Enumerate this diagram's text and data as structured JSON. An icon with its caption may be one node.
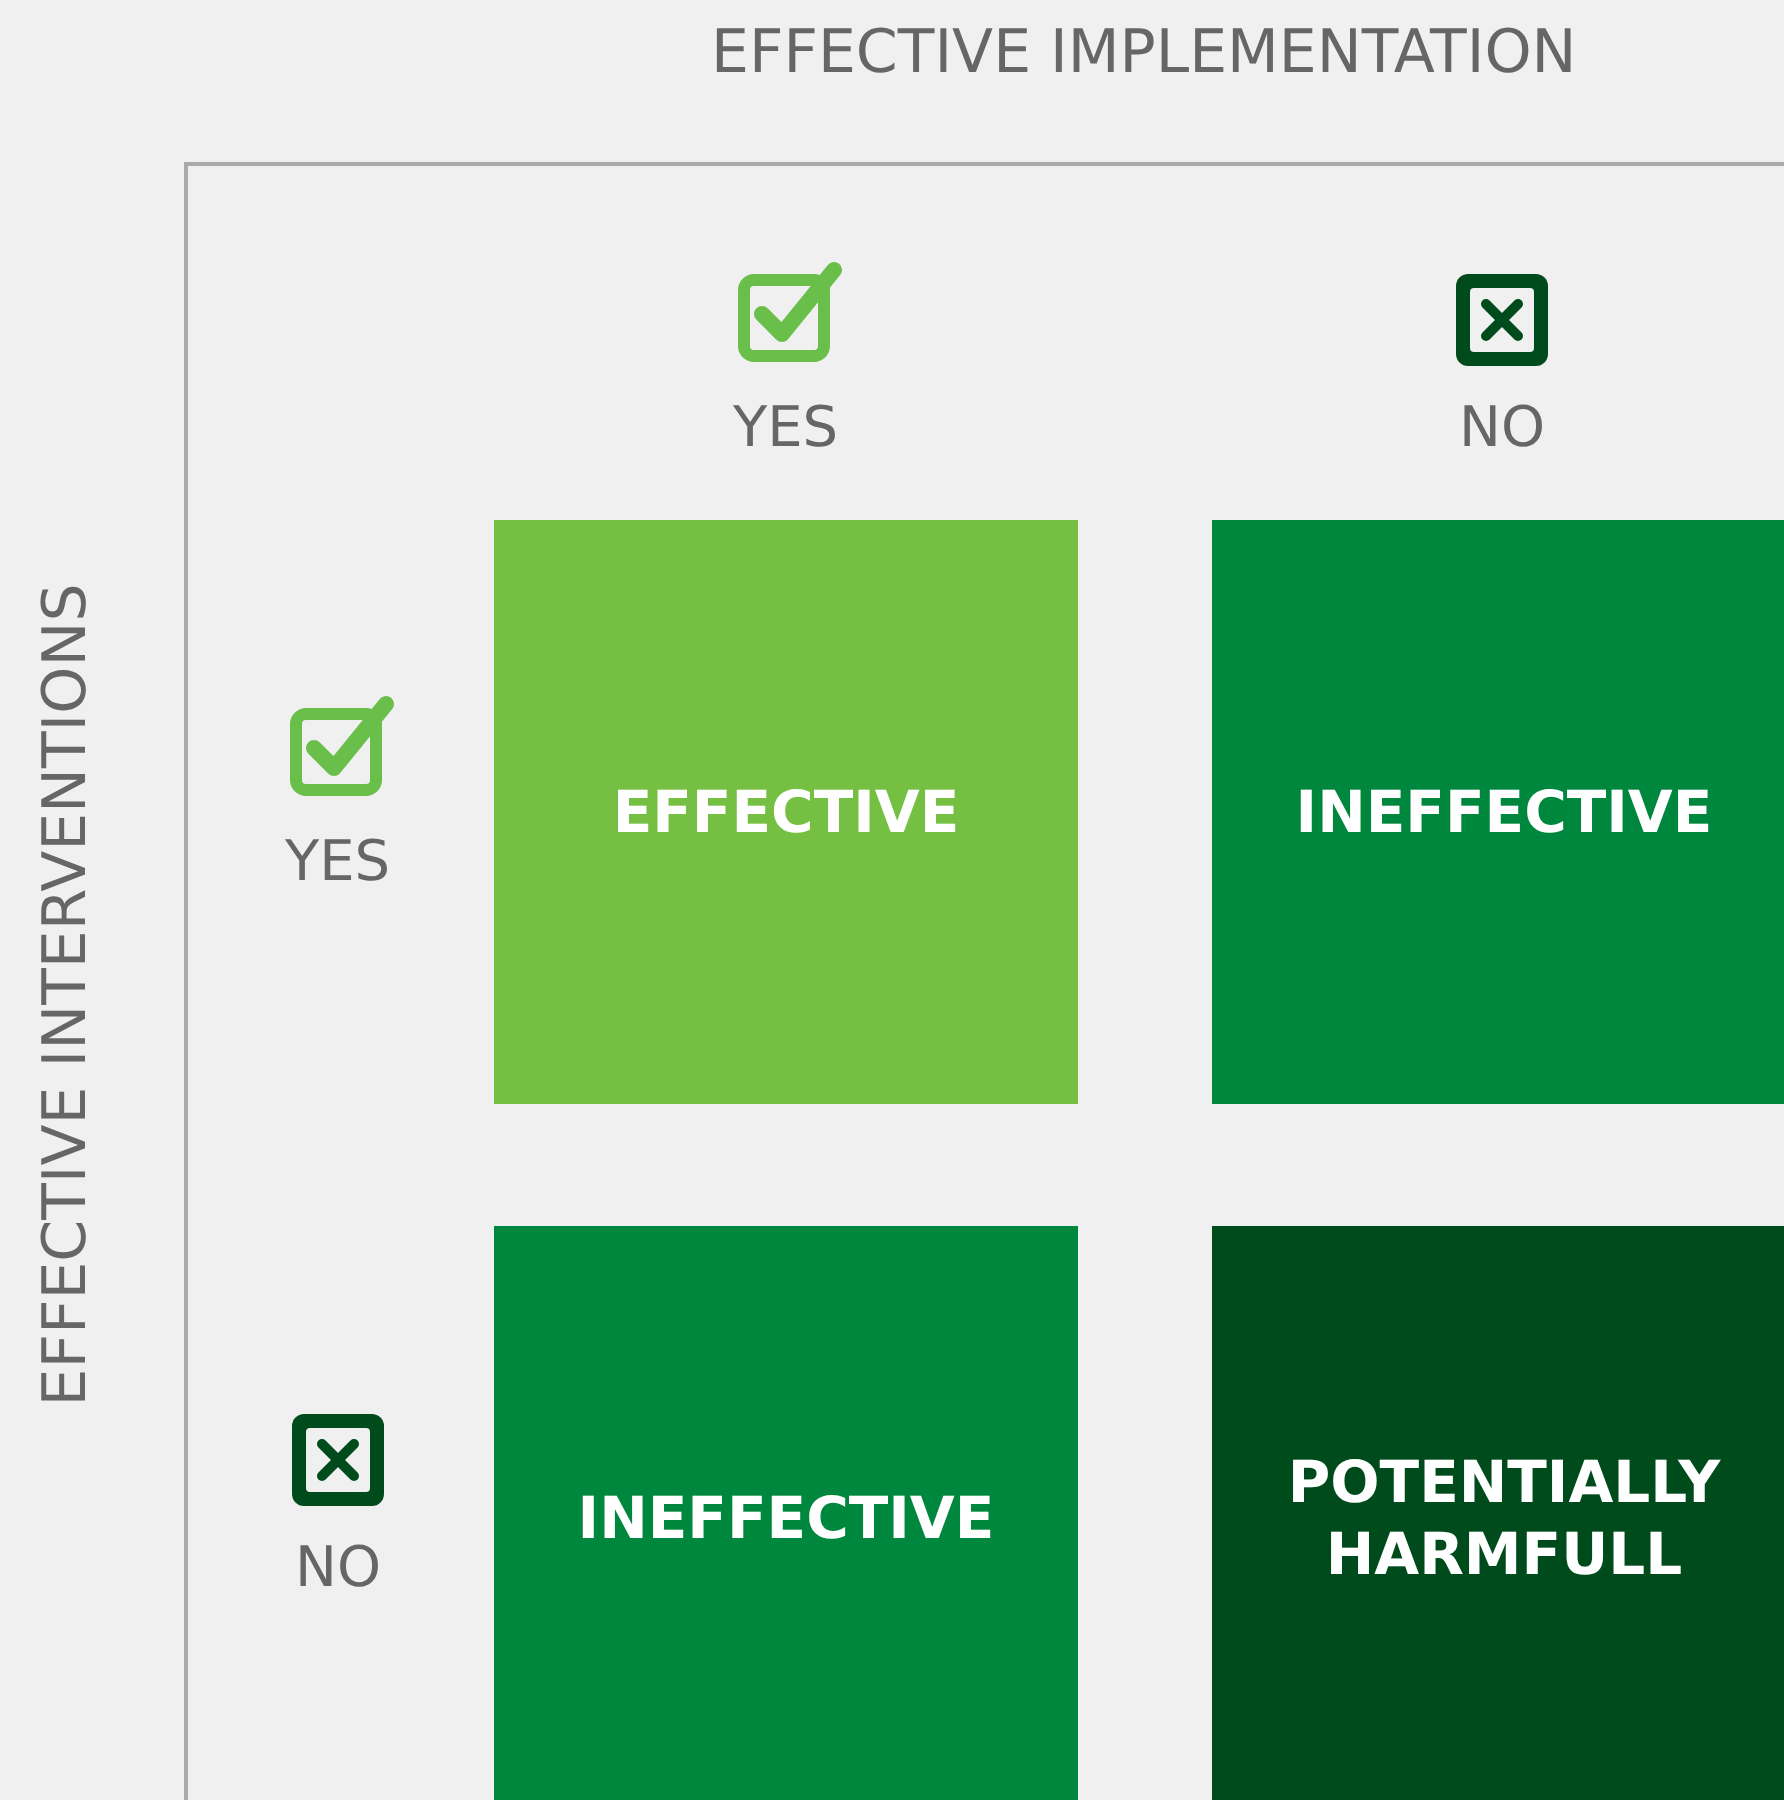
{
  "diagram": {
    "nodes": [
      {
        "text": [
          "EFFECTIVE"
        ]
      },
      {
        "text": [
          "INEFFECTIVE"
        ]
      },
      {
        "text": [
          "INEFFECTIVE"
        ]
      },
      {
        "text": [
          "POTENTIALLY HARMFULL"
        ]
      }
    ],
    "labels": [
      "EFFECTIVE IMPLEMENTATION",
      "YES",
      "NO",
      "EFFECTIVE INTERVENTIONS",
      "YES",
      "NO"
    ]
  }
}
